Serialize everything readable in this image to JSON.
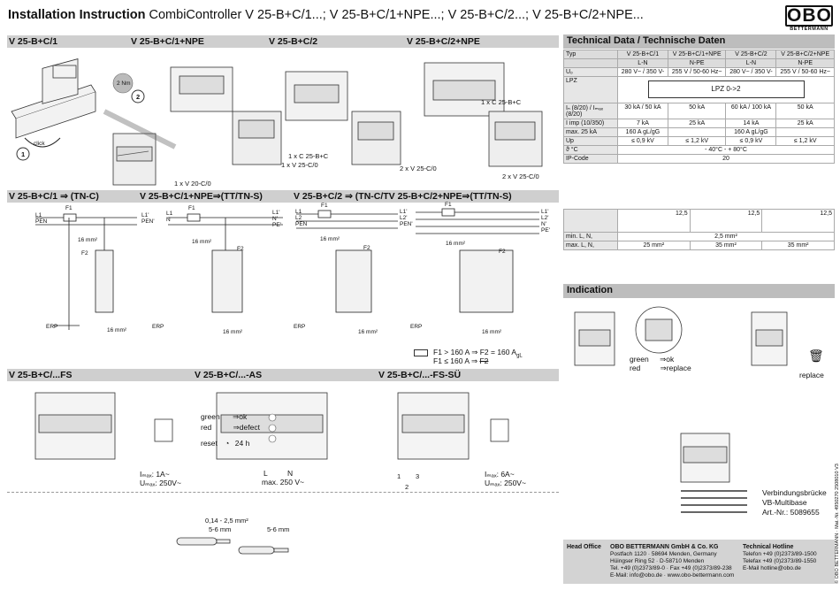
{
  "header": {
    "title_bold": "Installation Instruction",
    "title_rest": "CombiController V 25-B+C/1...; V 25-B+C/1+NPE...; V 25-B+C/2...; V 25-B+C/2+NPE...",
    "logo_text": "OBO",
    "logo_sub": "BETTERMANN"
  },
  "top_sections": {
    "labels": [
      "V 25-B+C/1",
      "V 25-B+C/1+NPE",
      "V 25-B+C/2",
      "V 25-B+C/2+NPE"
    ],
    "callouts": {
      "torque": "2 Nm",
      "step1": "1",
      "step2": "2",
      "click": "click",
      "c1_b": "1 x C 25-B+C",
      "c1_v": "1 x V 25-C/0",
      "c2_v20": "1 x V 20-C/0",
      "c3_b": "1 x C 25-B+C",
      "c3_v": "2 x V 25-C/0",
      "c4_b": "1 x C 25-B+C",
      "c4_v": "2 x V 25-C/0"
    }
  },
  "wiring_sections": {
    "labels": [
      "V 25-B+C/1 ⇒ (TN-C)",
      "V 25-B+C/1+NPE⇒(TT/TN-S)",
      "V 25-B+C/2 ⇒ (TN-C/TV 25-B+C/2+NPE⇒(TT/TN-S)"
    ],
    "terms": {
      "f1": "F1",
      "f2": "F2",
      "l1": "L1",
      "l2": "L2",
      "pen": "PEN",
      "n": "N",
      "pe": "PE'",
      "l1p": "L1'",
      "l2p": "L2'",
      "np": "N'",
      "penp": "PEN'",
      "erp": "ERP",
      "mm16": "16 mm²"
    },
    "fuse_rule1": "F1 > 160 A ⇒ F2 = 160 A",
    "fuse_rule1_sub": "gL",
    "fuse_rule2": "F1 ≤ 160 A ⇒",
    "fuse_rule2_b": "F2"
  },
  "bottom_sections": {
    "labels": [
      "V 25-B+C/...FS",
      "V 25-B+C/...-AS",
      "V 25-B+C/...-FS-SÜ"
    ],
    "fs": {
      "imax": "Iₘₐₓ: 1A~",
      "umax": "Uₘₐₓ: 250V~"
    },
    "as": {
      "green": "green",
      "green_val": "⇒ok",
      "red": "red",
      "red_val": "⇒defect",
      "reset": "reset",
      "reset_val": "24 h",
      "l": "L",
      "n": "N",
      "max": "max. 250 V~"
    },
    "fssu": {
      "imax": "Iₘₐₓ: 6A~",
      "umax": "Uₘₐₓ: 250V~",
      "n1": "1",
      "n2": "2",
      "n3": "3"
    },
    "cable": {
      "range": "0,14 - 2,5 mm²",
      "strip1": "5-6 mm",
      "strip2": "5-6 mm"
    }
  },
  "tech": {
    "title": "Technical Data / Technische Daten",
    "cols": [
      "Typ",
      "V 25-B+C/1",
      "V 25-B+C/1+NPE",
      "V 25-B+C/2",
      "V 25-B+C/2+NPE"
    ],
    "sub_cols": [
      "L-N",
      "N-PE",
      "L-N",
      "N-PE"
    ],
    "rows": [
      {
        "label": "Uₒ",
        "vals": [
          "280 V~ / 350 V-",
          "255 V / 50-60 Hz~",
          "280 V~ / 350 V-",
          "255 V / 50-60 Hz~"
        ]
      },
      {
        "label": "LPZ",
        "vals": [
          "LPZ 0->2"
        ]
      },
      {
        "label": "Iₙ (8/20) / Iₘₐₓ (8/20)",
        "vals": [
          "30 kA / 50 kA",
          "50 kA",
          "60 kA / 100 kA",
          "50 kA"
        ]
      },
      {
        "label": "I imp (10/350)",
        "vals": [
          "7 kA",
          "25 kA",
          "14 kA",
          "25 kA"
        ]
      },
      {
        "label": "max. 25 kA",
        "vals": [
          "160 A gL/gG",
          "",
          "160 A gL/gG",
          ""
        ]
      },
      {
        "label": "Up",
        "vals": [
          "≤ 0,9 kV",
          "≤ 1,2 kV",
          "≤ 0,9 kV",
          "≤ 1,2 kV"
        ]
      },
      {
        "label": "ϑ °C",
        "vals": [
          "- 40°C - + 80°C"
        ]
      },
      {
        "label": "IP-Code",
        "vals": [
          "20"
        ]
      }
    ],
    "strip": "12,5",
    "min_label": "min. L, N,",
    "min_val": "2,5 mm²",
    "max_label": "max. L, N,",
    "max_vals": [
      "25 mm²",
      "35 mm²",
      "35 mm²"
    ]
  },
  "indication": {
    "title": "Indication",
    "green": "green",
    "green_val": "⇒ok",
    "red": "red",
    "red_val": "⇒replace",
    "replace": "replace",
    "vb_line1": "Verbindungsbrücke",
    "vb_line2": "VB-Multibase",
    "vb_line3": "Art.-Nr.: 5089655"
  },
  "footer": {
    "head_office_label": "Head Office",
    "company": "OBO BETTERMANN GmbH & Co. KG",
    "addr1": "Postfach 1120 · 58694 Menden, Germany",
    "addr2": "Hüingser Ring 52 · D-58710 Menden",
    "tel": "Tel. +49 (0)2373/89-0 · Fax +49 (0)2373/89-238",
    "email": "E-Mail: info@obo.de · www.obo-bettermann.com",
    "hotline_label": "Technical Hotline",
    "hl_tel": "Telefon   +49 (0)2373/89-1500",
    "hl_fax": "Telefax   +49 (0)2373/89-1550",
    "hl_mail": "E-Mail    hotline@obo.de",
    "side_text": "© OBO BETTERMANN · Mat.-Nr. 4950270 2508010 V3"
  }
}
